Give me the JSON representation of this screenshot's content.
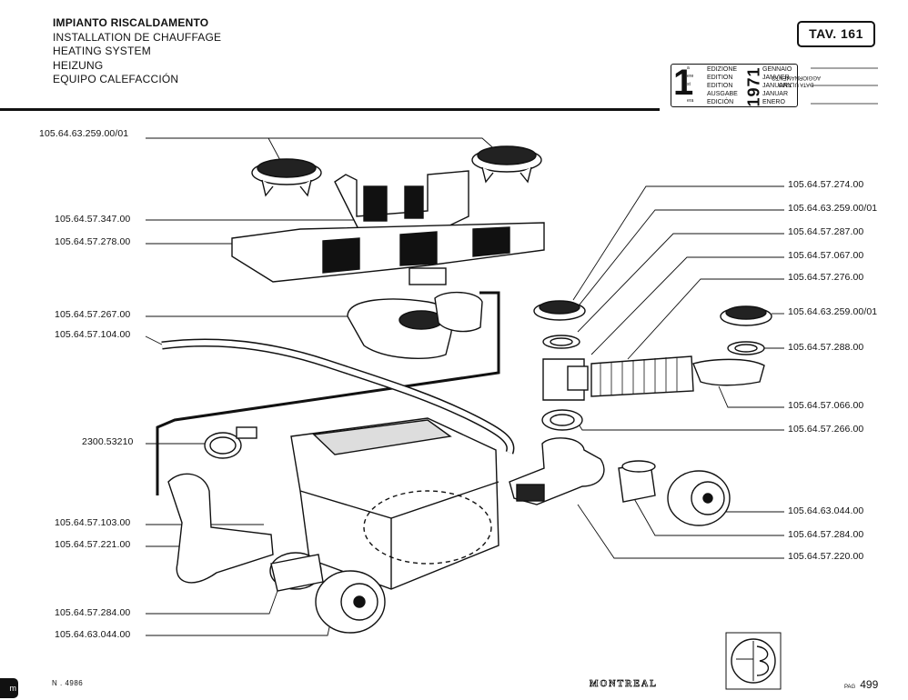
{
  "title": {
    "lines": [
      "IMPIANTO RISCALDAMENTO",
      "INSTALLATION DE CHAUFFAGE",
      "HEATING SYSTEM",
      "HEIZUNG",
      "EQUIPO CALEFACCIÓN"
    ]
  },
  "table_badge": "TAV. 161",
  "edition": {
    "number": "1",
    "suffixes": [
      "a",
      "ere",
      "st",
      "",
      "era"
    ],
    "labels": [
      "EDIZIONE",
      "EDITION",
      "EDITION",
      "AUSGABE",
      "EDICIÓN"
    ],
    "year": "1971",
    "months": [
      "GENNAIO",
      "JANVIER",
      "JANUARY",
      "JANUAR",
      "ENERO"
    ],
    "update_label_1": "DATA ULTIMO",
    "update_label_2": "AGGIORNAMENTO"
  },
  "parts_left": [
    "105.64.63.259.00/01",
    "105.64.57.347.00",
    "105.64.57.278.00",
    "105.64.57.267.00",
    "105.64.57.104.00",
    "2300.53210",
    "105.64.57.103.00",
    "105.64.57.221.00",
    "105.64.57.284.00",
    "105.64.63.044.00"
  ],
  "parts_right": [
    "105.64.57.274.00",
    "105.64.63.259.00/01",
    "105.64.57.287.00",
    "105.64.57.067.00",
    "105.64.57.276.00",
    "105.64.63.259.00/01",
    "105.64.57.288.00",
    "105.64.57.066.00",
    "105.64.57.266.00",
    "105.64.63.044.00",
    "105.64.57.284.00",
    "105.64.57.220.00"
  ],
  "footer": {
    "drawing_number": "N . 4986",
    "brand": "MONTREAL",
    "page_label": "PAG",
    "page_number": "499",
    "corner_text": "m"
  }
}
